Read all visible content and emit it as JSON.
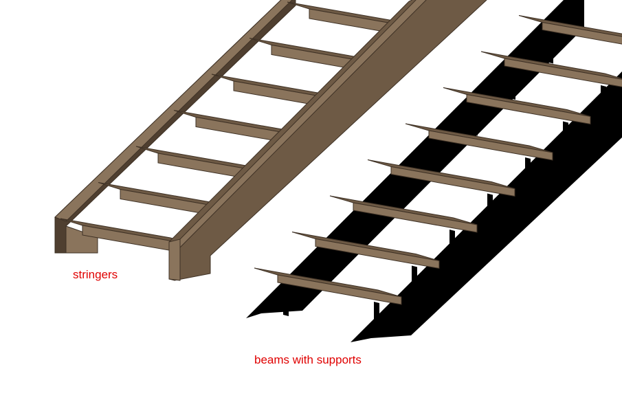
{
  "labels": {
    "stringers": "stringers",
    "beams": "beams with supports"
  },
  "colors": {
    "label": "#e00000",
    "wood_top": "#6e5a45",
    "wood_front": "#8a745c",
    "wood_dark": "#4f3f30",
    "wood_edge": "#3e3125",
    "steel": "#000000"
  },
  "stairs": {
    "wooden_treads": 7,
    "steel_treads": 8
  }
}
